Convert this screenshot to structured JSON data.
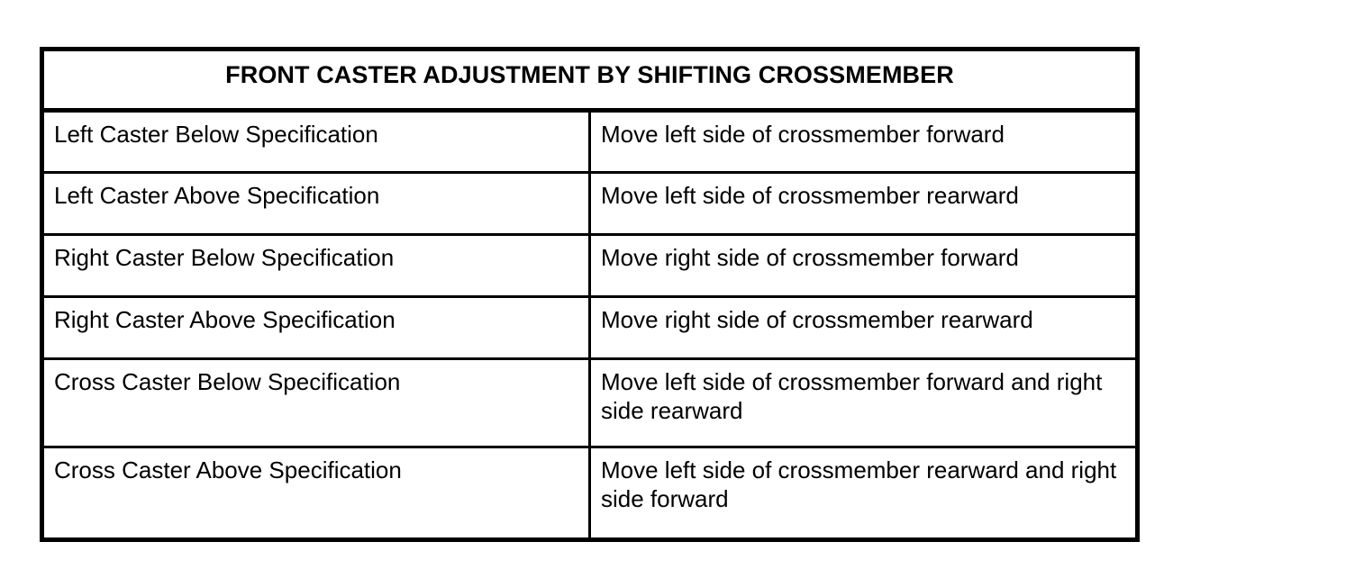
{
  "document": {
    "background_color": "#ffffff",
    "text_color": "#000000",
    "border_color": "#000000"
  },
  "table": {
    "title": "FRONT CASTER ADJUSTMENT BY SHIFTING CROSSMEMBER",
    "columns": [
      {
        "key": "condition",
        "header": ""
      },
      {
        "key": "action",
        "header": ""
      }
    ],
    "rows": [
      {
        "condition": "Left Caster Below Specification",
        "action": "Move left side of crossmember forward"
      },
      {
        "condition": "Left Caster Above Specification",
        "action": "Move left side of crossmember rearward"
      },
      {
        "condition": "Right Caster Below Specification",
        "action": "Move right side of crossmember forward"
      },
      {
        "condition": "Right Caster Above Specification",
        "action": "Move right side of crossmember rearward"
      },
      {
        "condition": "Cross Caster Below Specification",
        "action": "Move left side of crossmember forward and right side rearward"
      },
      {
        "condition": "Cross Caster Above Specification",
        "action": "Move left side of crossmember rearward and right side forward"
      }
    ]
  }
}
